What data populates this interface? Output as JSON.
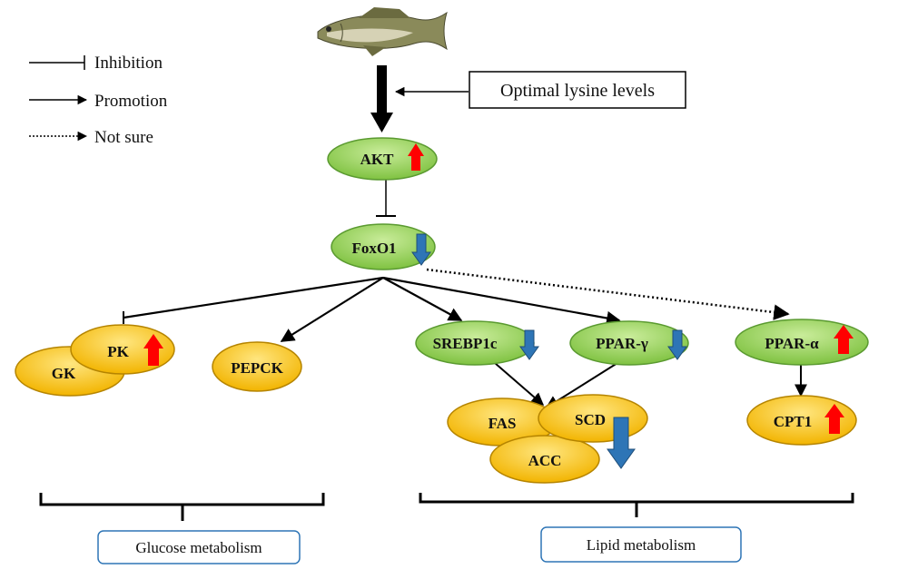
{
  "legend": {
    "inhibition": "Inhibition",
    "promotion": "Promotion",
    "not_sure": "Not sure"
  },
  "input_label": "Optimal lysine levels",
  "nodes": {
    "akt": "AKT",
    "foxo1": "FoxO1",
    "pk": "PK",
    "gk": "GK",
    "pepck": "PEPCK",
    "srebp1c": "SREBP1c",
    "ppar_gamma": "PPAR-γ",
    "ppar_alpha": "PPAR-α",
    "fas": "FAS",
    "scd": "SCD",
    "acc": "ACC",
    "cpt1": "CPT1"
  },
  "groups": {
    "glucose": "Glucose metabolism",
    "lipid": "Lipid metabolism"
  },
  "colors": {
    "green_node": "#8fd14f",
    "yellow_node": "#ffc000",
    "up_arrow": "#ff0000",
    "down_arrow": "#2e75b6"
  }
}
